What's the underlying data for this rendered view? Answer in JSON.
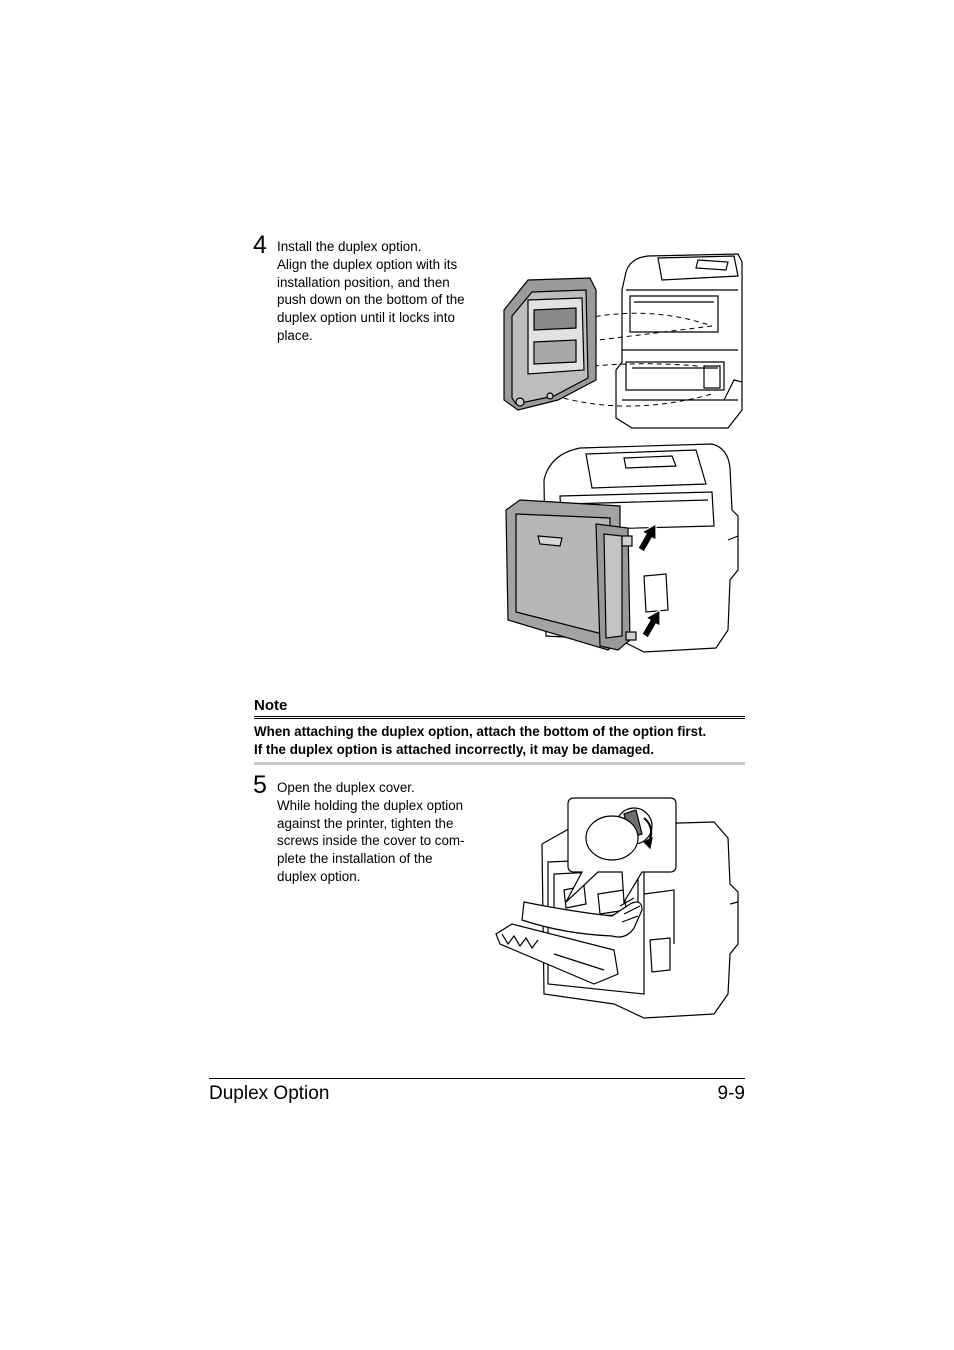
{
  "step4": {
    "number": "4",
    "lines": [
      "Install the duplex option.",
      "Align the duplex option with its",
      "installation position, and then",
      "push down on the bottom of the",
      "duplex option until it locks into",
      "place."
    ]
  },
  "note": {
    "title": "Note",
    "lines": [
      "When attaching the duplex option, attach the bottom of the option first.",
      "If the duplex option is attached incorrectly, it may be damaged."
    ]
  },
  "step5": {
    "number": "5",
    "lines": [
      "Open the duplex cover.",
      "While holding the duplex option",
      "against the printer, tighten the",
      "screws inside the cover to com-",
      "plete the installation of the",
      "duplex option."
    ]
  },
  "footer": {
    "section": "Duplex Option",
    "page": "9-9"
  }
}
